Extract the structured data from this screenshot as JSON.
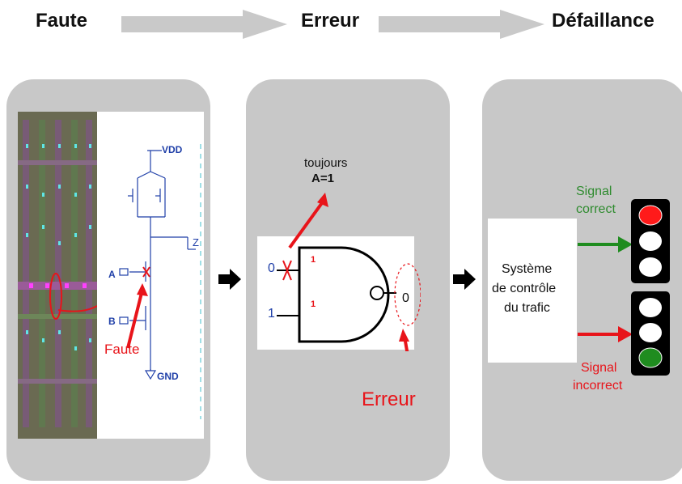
{
  "header": {
    "stage1": "Faute",
    "stage2": "Erreur",
    "stage3": "Défaillance"
  },
  "panel1": {
    "vdd": "VDD",
    "gnd": "GND",
    "input_a": "A",
    "input_b": "B",
    "output_z": "Z",
    "fault_label": "Faute"
  },
  "panel2": {
    "note_line1": "toujours",
    "note_line2": "A=1",
    "input_top_value": "0",
    "input_bottom_value": "1",
    "internal_top": "1",
    "internal_bottom": "1",
    "output_value": "0",
    "error_label": "Erreur"
  },
  "panel3": {
    "system_line1": "Système",
    "system_line2": "de contrôle",
    "system_line3": "du trafic",
    "signal_correct_line1": "Signal",
    "signal_correct_line2": "correct",
    "signal_incorrect_line1": "Signal",
    "signal_incorrect_line2": "incorrect"
  },
  "colors": {
    "panel_bg": "#c8c8c8",
    "arrow_gray": "#c9c9c9",
    "red": "#e8141a",
    "green_text": "#2e8b2e",
    "blue_text": "#1f3fa8",
    "traffic_red": "#ff1a1a",
    "traffic_green": "#1f8c1f"
  }
}
